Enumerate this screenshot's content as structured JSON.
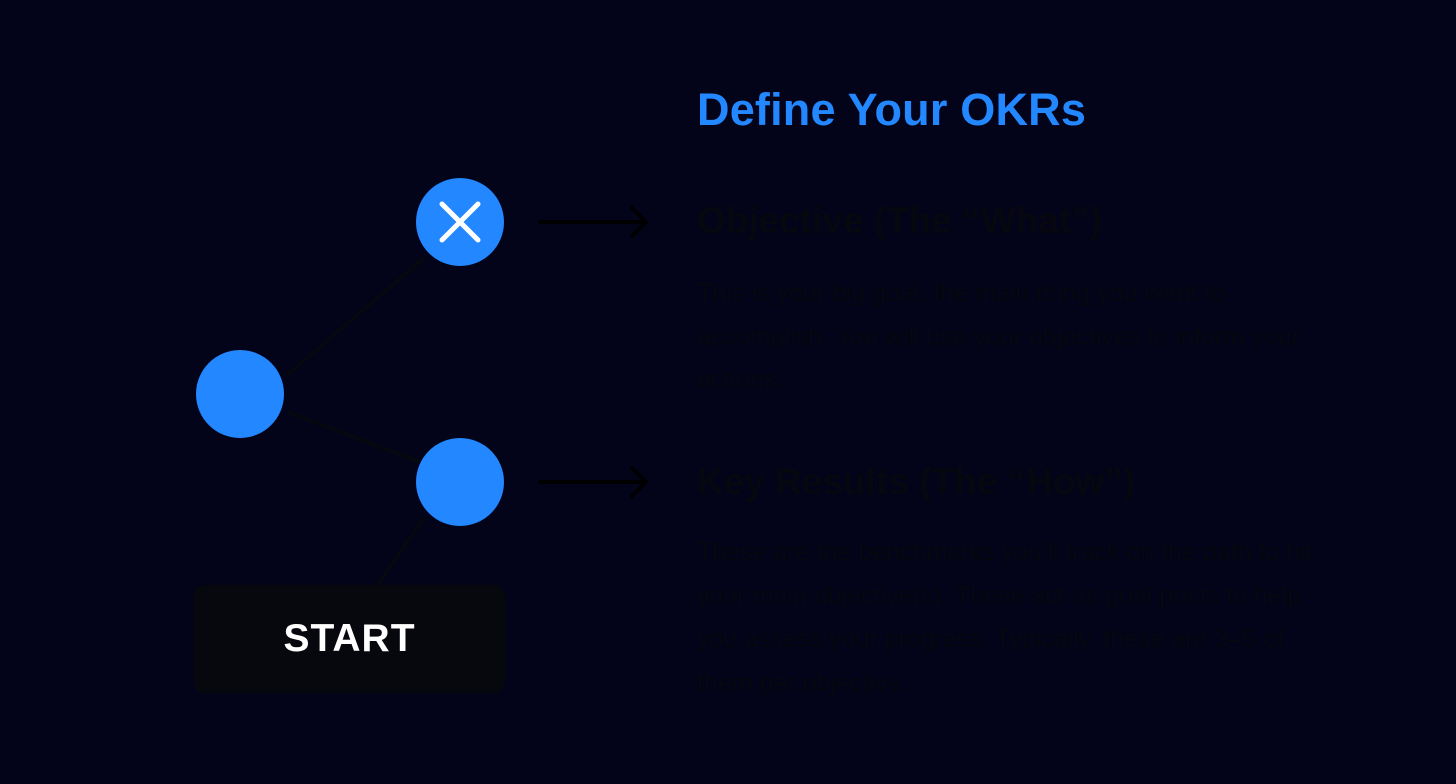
{
  "title": "Define Your OKRs",
  "sections": [
    {
      "heading": "Objective (The “What”)",
      "body": "This is your big goal, the main thing you want to accomplish. You will use your objectives to inform your actions."
    },
    {
      "heading": "Key Results (The “How”)",
      "body": "These are the benchmarks you’ll track on the path to hit your main objective(s). These act as goal posts to help you assess your progress. Typically, these are 3–5 of them per objective."
    }
  ],
  "start_button": {
    "label": "START"
  },
  "icons": {
    "top_node": "close-icon",
    "connector_arrows": "arrow-right-icon"
  },
  "colors": {
    "background": "#03031a",
    "accent": "#2388ff",
    "muted_text": "#07070f",
    "button_bg": "#07070e"
  }
}
